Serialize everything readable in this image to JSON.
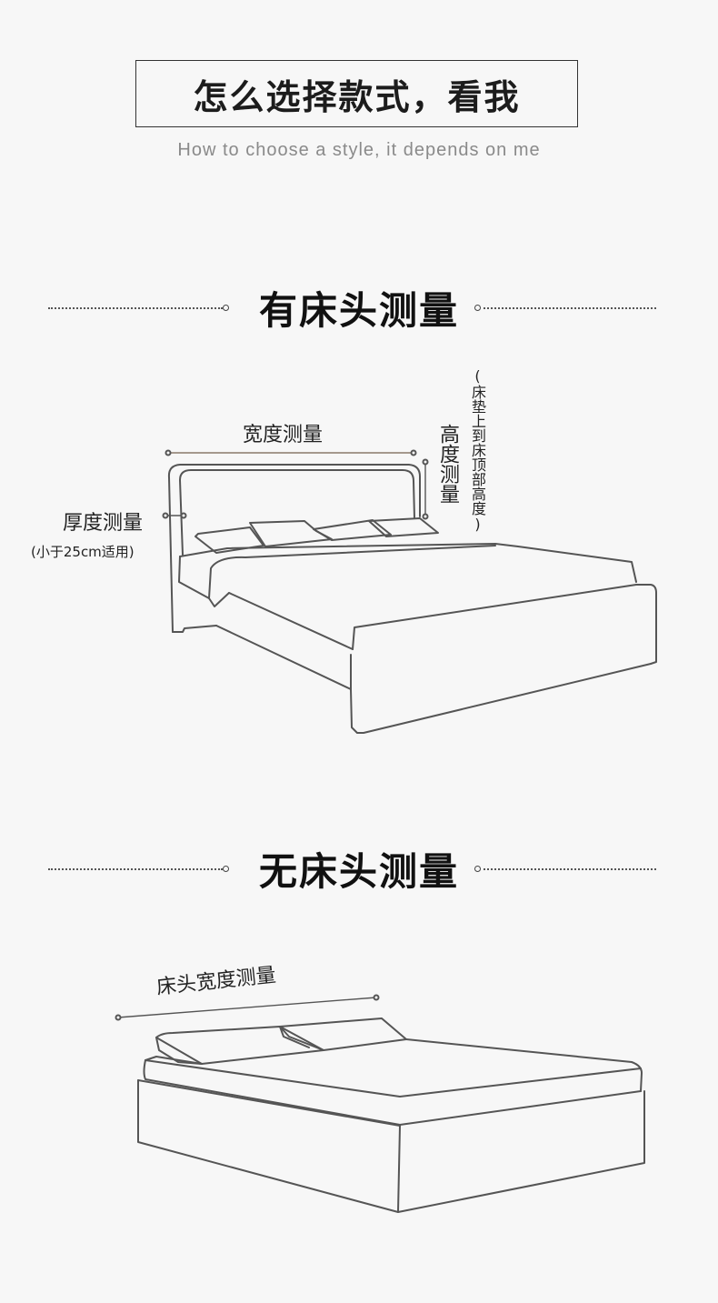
{
  "header": {
    "title": "怎么选择款式，看我",
    "subtitle": "How to choose a style, it depends on me"
  },
  "section_headboard": {
    "heading": "有床头测量",
    "width_label": "宽度测量",
    "height_label": "高度测量",
    "thickness_label": "厚度测量",
    "thickness_note": "(小于25cm适用)",
    "top_height_note": "(床垫上到床顶部高度)"
  },
  "section_no_headboard": {
    "heading": "无床头测量",
    "width_label": "床头宽度测量"
  }
}
